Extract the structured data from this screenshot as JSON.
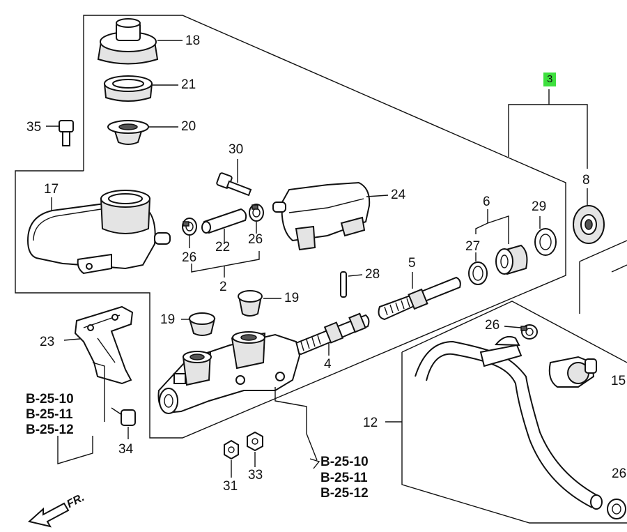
{
  "badge": "3",
  "labels": {
    "l18": "18",
    "l21": "21",
    "l20": "20",
    "l35": "35",
    "l30": "30",
    "l17": "17",
    "l24": "24",
    "l26a": "26",
    "l22": "22",
    "l26b": "26",
    "l2": "2",
    "l19a": "19",
    "l19b": "19",
    "l28": "28",
    "l5": "5",
    "l6": "6",
    "l27": "27",
    "l29": "29",
    "l8": "8",
    "l4": "4",
    "l23": "23",
    "l26c": "26",
    "l15": "15",
    "l12": "12",
    "l34": "34",
    "l31": "31",
    "l33": "33",
    "l26d": "26"
  },
  "refs_left": [
    "B-25-10",
    "B-25-11",
    "B-25-12"
  ],
  "refs_bottom": [
    "B-25-10",
    "B-25-11",
    "B-25-12"
  ],
  "direction": "FR."
}
